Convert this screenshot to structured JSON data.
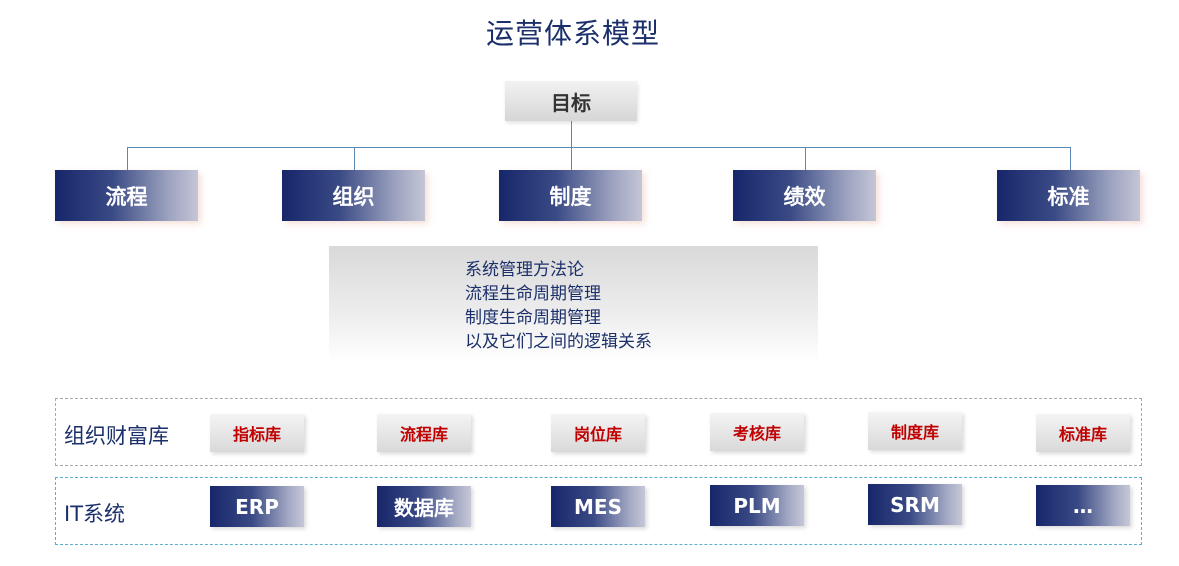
{
  "title": "运营体系模型",
  "goal": "目标",
  "pillars": [
    "流程",
    "组织",
    "制度",
    "绩效",
    "标准"
  ],
  "methodology": [
    "系统管理方法论",
    "流程生命周期管理",
    "制度生命周期管理",
    "以及它们之间的逻辑关系"
  ],
  "repository_row": {
    "label": "组织财富库",
    "items": [
      "指标库",
      "流程库",
      "岗位库",
      "考核库",
      "制度库",
      "标准库"
    ]
  },
  "it_row": {
    "label": "IT系统",
    "items": [
      "ERP",
      "数据库",
      "MES",
      "PLM",
      "SRM",
      "…"
    ]
  },
  "colors": {
    "title": "#1b2f6b",
    "pillar_dark": "#16266a",
    "connector": "#5b86b5",
    "repo_text": "#c00000",
    "it_border": "#5bb0cf"
  }
}
